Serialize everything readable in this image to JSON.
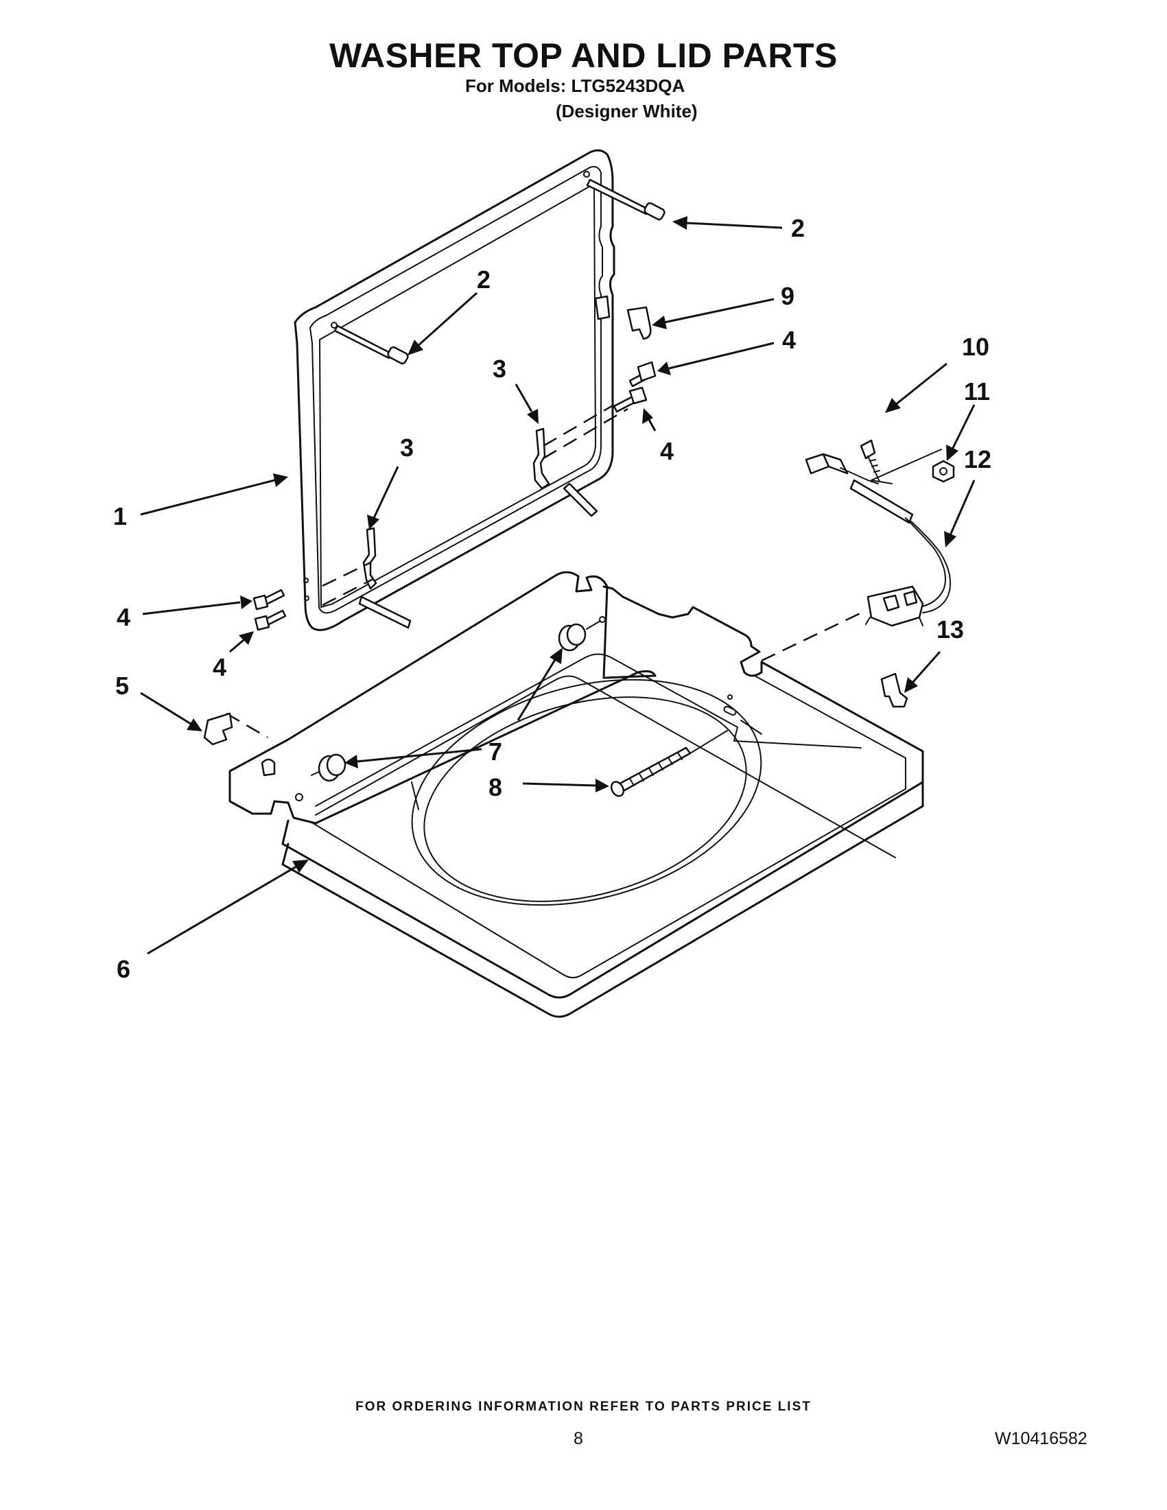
{
  "header": {
    "title": "WASHER TOP AND LID PARTS",
    "models_line": "For Models: LTG5243DQA",
    "variant_line": "(Designer White)"
  },
  "callouts": {
    "c1": "1",
    "c2a": "2",
    "c2b": "2",
    "c3a": "3",
    "c3b": "3",
    "c4a": "4",
    "c4b": "4",
    "c4c": "4",
    "c4d": "4",
    "c5": "5",
    "c6": "6",
    "c7": "7",
    "c8": "8",
    "c9": "9",
    "c10": "10",
    "c11": "11",
    "c12": "12",
    "c13": "13"
  },
  "footer": {
    "ordering_note": "FOR ORDERING INFORMATION REFER TO PARTS PRICE LIST",
    "page_number": "8",
    "document_id": "W10416582"
  }
}
